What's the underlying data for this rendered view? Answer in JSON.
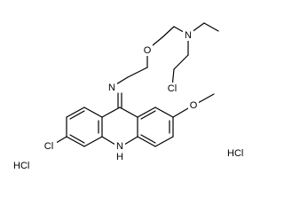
{
  "labels": {
    "oxygen_ether": "O",
    "nitrogen_amine": "N",
    "chlorine_chain": "Cl",
    "nitrogen_imine": "N",
    "oxygen_methoxy": "O",
    "chlorine_ring": "Cl",
    "nh": "H",
    "nh_n": "N",
    "hcl_left": "HCl",
    "hcl_right": "HCl"
  }
}
